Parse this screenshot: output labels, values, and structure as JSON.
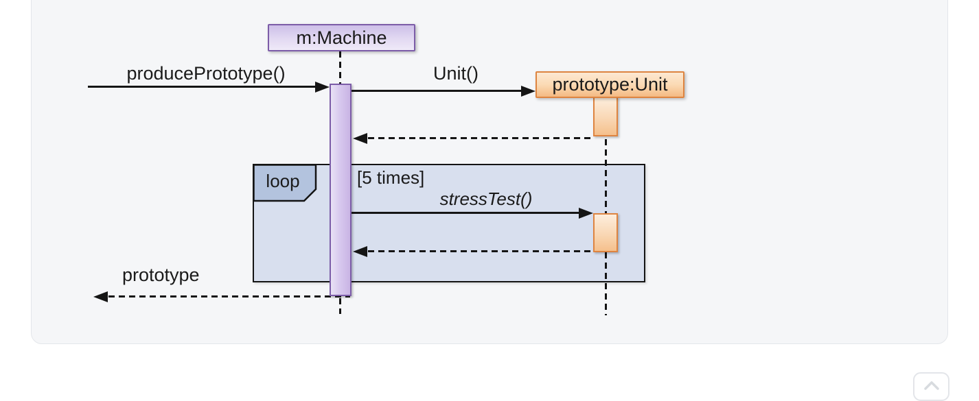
{
  "card": {
    "background": "#f5f6f8",
    "border_color": "#e3e6ea"
  },
  "scroll_button": {
    "icon": "chevron-up"
  },
  "diagram": {
    "type": "uml-sequence-diagram",
    "lifelines": [
      {
        "id": "machine",
        "label": "m:Machine",
        "fill": "#d8c9ee",
        "border_color": "#7c5ca8"
      },
      {
        "id": "unit",
        "label": "prototype:Unit",
        "fill": "#f9d7b4",
        "border_color": "#de8440"
      }
    ],
    "messages": [
      {
        "label": "producePrototype()",
        "kind": "sync-call",
        "from": "external",
        "to": "machine",
        "line": "solid"
      },
      {
        "label": "Unit()",
        "kind": "create",
        "from": "machine",
        "to": "unit",
        "line": "solid"
      },
      {
        "label": "",
        "kind": "return",
        "from": "unit",
        "to": "machine",
        "line": "dashed"
      },
      {
        "label": "stressTest()",
        "kind": "sync-call",
        "from": "machine",
        "to": "unit",
        "line": "solid",
        "italic": true
      },
      {
        "label": "",
        "kind": "return",
        "from": "unit",
        "to": "machine",
        "line": "dashed"
      },
      {
        "label": "prototype",
        "kind": "return",
        "from": "machine",
        "to": "external",
        "line": "dashed"
      }
    ],
    "fragment": {
      "operator": "loop",
      "guard": "[5 times]",
      "fill": "#d8dfee",
      "label_fill": "#b3c3de"
    }
  }
}
